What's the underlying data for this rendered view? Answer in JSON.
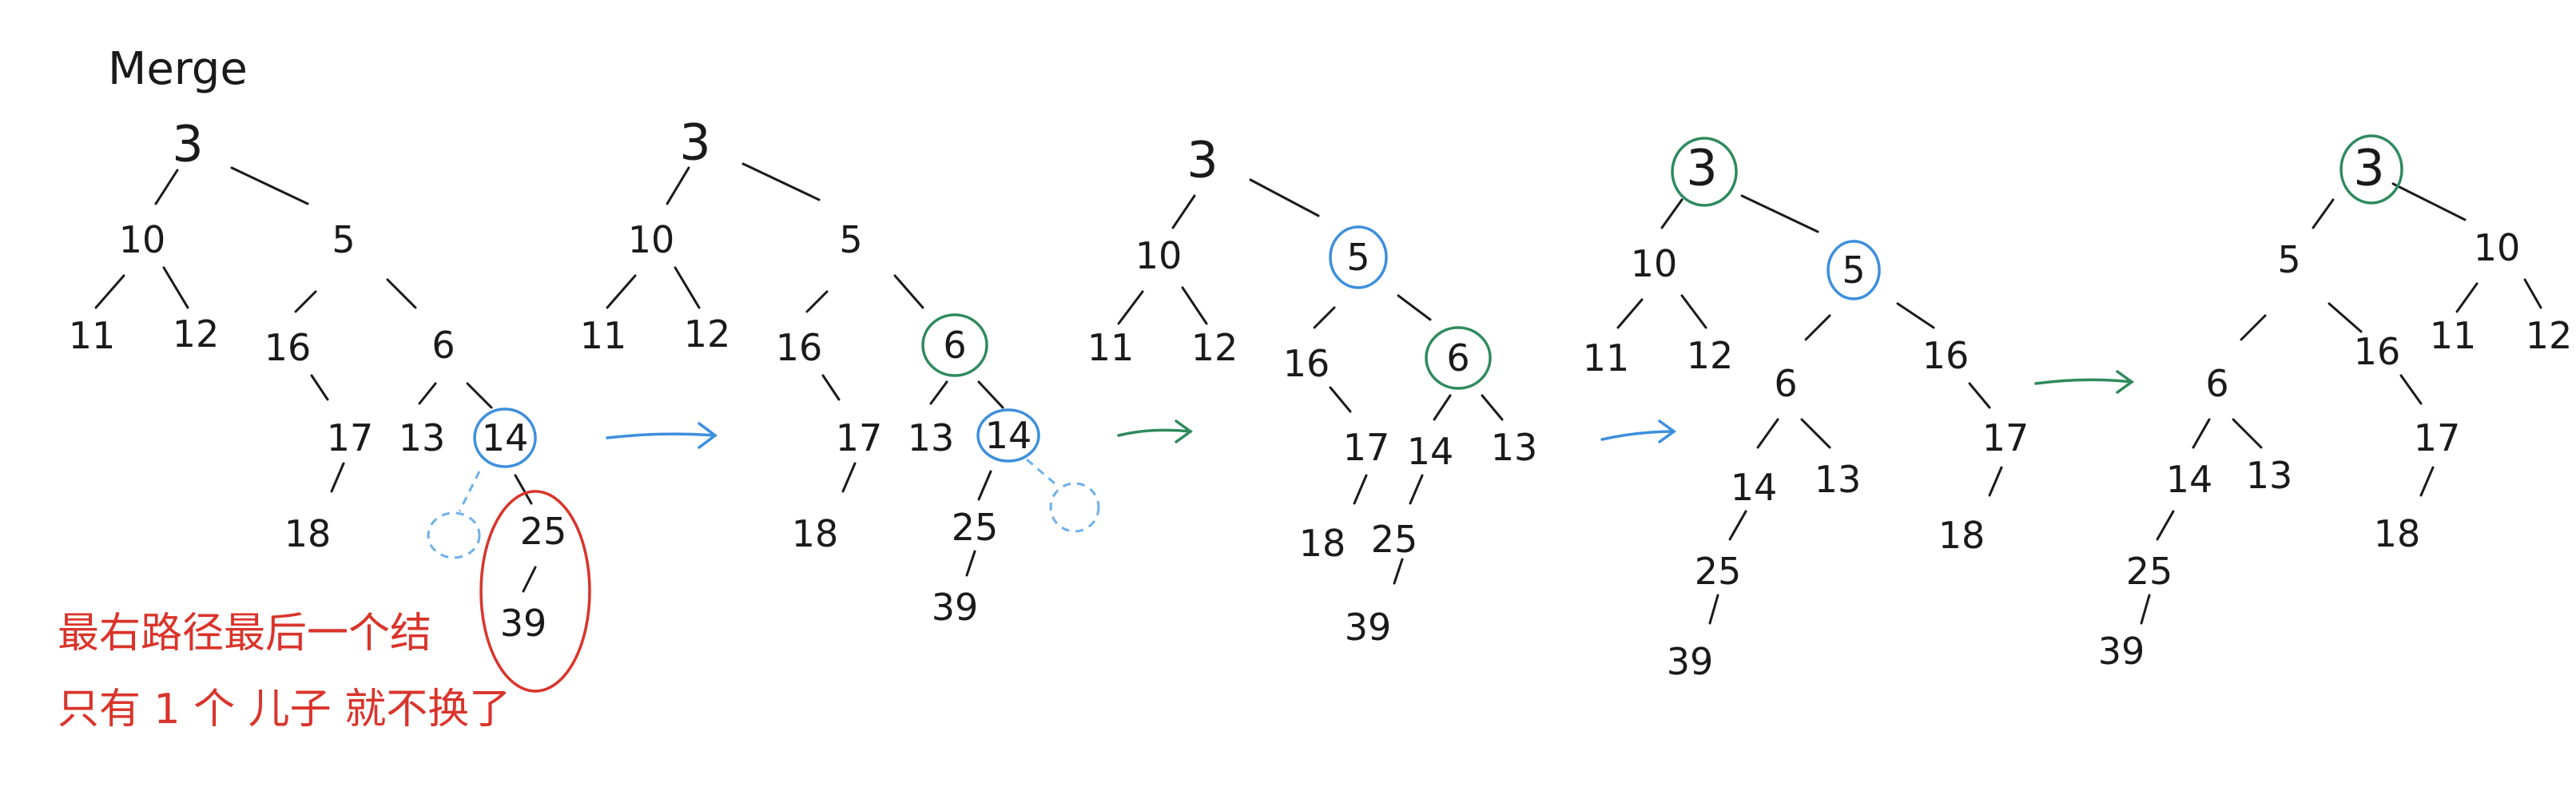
{
  "title": "Merge",
  "note": {
    "line1": "最右路径最后一个结",
    "line2": "只有 1 个 儿子 就不换了"
  },
  "colors": {
    "ink": "#1a1a1a",
    "highlight_blue": "#3d8fdc",
    "highlight_green": "#2e8a5c",
    "annotation_red": "#d9342b"
  },
  "trees": [
    {
      "id": "tree-1",
      "nodes": [
        "3",
        "10",
        "5",
        "11",
        "12",
        "16",
        "6",
        "17",
        "13",
        "14",
        "18",
        "25",
        "39"
      ]
    },
    {
      "id": "tree-2",
      "nodes": [
        "3",
        "10",
        "5",
        "11",
        "12",
        "16",
        "6",
        "17",
        "13",
        "14",
        "18",
        "25",
        "39"
      ]
    },
    {
      "id": "tree-3",
      "nodes": [
        "3",
        "10",
        "5",
        "11",
        "12",
        "16",
        "6",
        "17",
        "14",
        "13",
        "18",
        "25",
        "39"
      ]
    },
    {
      "id": "tree-4",
      "nodes": [
        "3",
        "10",
        "5",
        "11",
        "12",
        "6",
        "16",
        "14",
        "13",
        "17",
        "25",
        "18",
        "39"
      ]
    },
    {
      "id": "tree-5",
      "nodes": [
        "3",
        "5",
        "10",
        "6",
        "16",
        "11",
        "12",
        "14",
        "13",
        "17",
        "25",
        "18",
        "39"
      ]
    }
  ]
}
